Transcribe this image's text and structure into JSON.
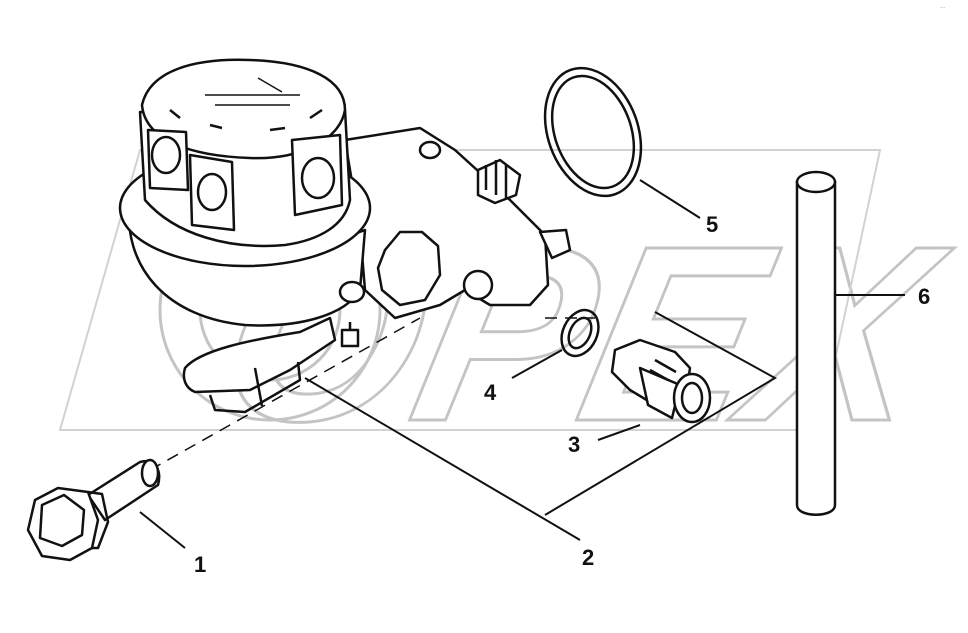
{
  "corner_mark": "…",
  "watermark": {
    "text": "OPEX"
  },
  "callouts": [
    {
      "id": "1",
      "text": "1"
    },
    {
      "id": "2",
      "text": "2"
    },
    {
      "id": "3",
      "text": "3"
    },
    {
      "id": "4",
      "text": "4"
    },
    {
      "id": "5",
      "text": "5"
    },
    {
      "id": "6",
      "text": "6"
    }
  ],
  "colors": {
    "ink": "#111111",
    "watermark": "#c4c4c4",
    "background": "#ffffff"
  }
}
